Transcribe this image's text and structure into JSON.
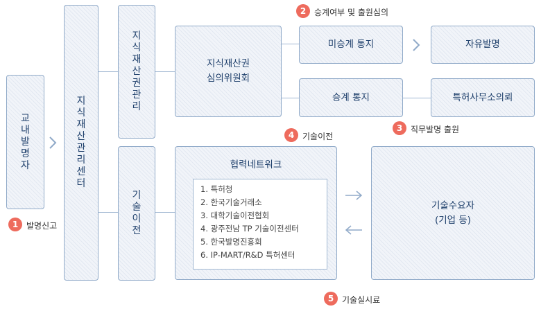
{
  "boxes": {
    "report": "교내발명자",
    "center": "지식재산관리센터",
    "ip_manage": "지식재산권관리",
    "tech_transfer": "기술이전",
    "committee_line1": "지식재산권",
    "committee_line2": "심의위원회",
    "not_succeed": "미승계 통지",
    "free_invention": "자유발명",
    "succeed": "승계 통지",
    "patent_office": "특허사무소의뢰",
    "network_title": "협력네트워크",
    "demand_line1": "기술수요자",
    "demand_line2": "(기업 등)"
  },
  "network_items": [
    "1. 특허청",
    "2. 한국기술거래소",
    "3. 대학기술이전협회",
    "4. 광주전남 TP 기술이전센터",
    "5. 한국발명진흥회",
    "6. IP-MART/R&D 특허센터"
  ],
  "steps": [
    {
      "num": "1",
      "label": "발명신고"
    },
    {
      "num": "2",
      "label": "승계여부 및 출원심의"
    },
    {
      "num": "3",
      "label": "직무발명 출원"
    },
    {
      "num": "4",
      "label": "기술이전"
    },
    {
      "num": "5",
      "label": "기술실시료"
    }
  ],
  "colors": {
    "accent": "#ee6b5d",
    "box_border": "#8fa9c8",
    "box_fill": "#f1f4f9",
    "text": "#1e3f6b"
  }
}
